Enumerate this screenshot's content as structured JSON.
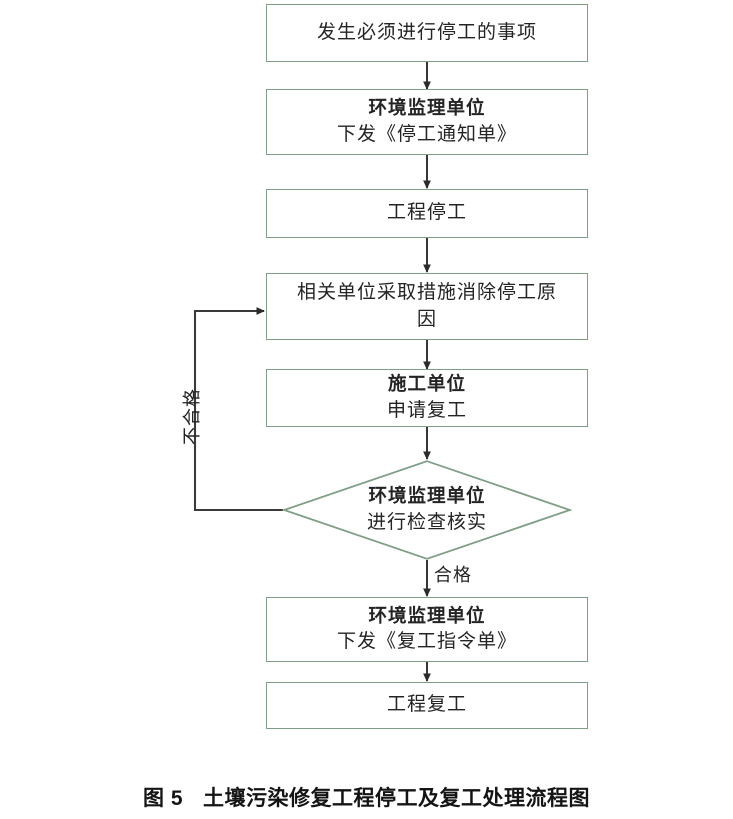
{
  "figure": {
    "caption_number": "图 5",
    "caption_text": "土壤污染修复工程停工及复工处理流程图",
    "colors": {
      "node_border": "#7f9e87",
      "connector": "#333333",
      "text": "#242424",
      "background": "#ffffff"
    }
  },
  "nodes": [
    {
      "id": "trigger-event",
      "shape": "rectangle",
      "line1": "发生必须进行停工的事项",
      "line2": ""
    },
    {
      "id": "issue-stop-notice",
      "shape": "rectangle",
      "line1": "环境监理单位",
      "line2": "下发《停工通知单》"
    },
    {
      "id": "project-stopped",
      "shape": "rectangle",
      "line1": "工程停工",
      "line2": ""
    },
    {
      "id": "remove-stop-cause",
      "shape": "rectangle",
      "line1": "相关单位采取措施消除停工原",
      "line2": "因"
    },
    {
      "id": "apply-resume",
      "shape": "rectangle",
      "line1": "施工单位",
      "line2": "申请复工"
    },
    {
      "id": "inspection-check",
      "shape": "diamond",
      "line1": "环境监理单位",
      "line2": "进行检查核实"
    },
    {
      "id": "issue-resume-order",
      "shape": "rectangle",
      "line1": "环境监理单位",
      "line2": "下发《复工指令单》"
    },
    {
      "id": "project-resumed",
      "shape": "rectangle",
      "line1": "工程复工",
      "line2": ""
    }
  ],
  "edge_labels": {
    "fail": "不合格",
    "pass": "合格"
  }
}
